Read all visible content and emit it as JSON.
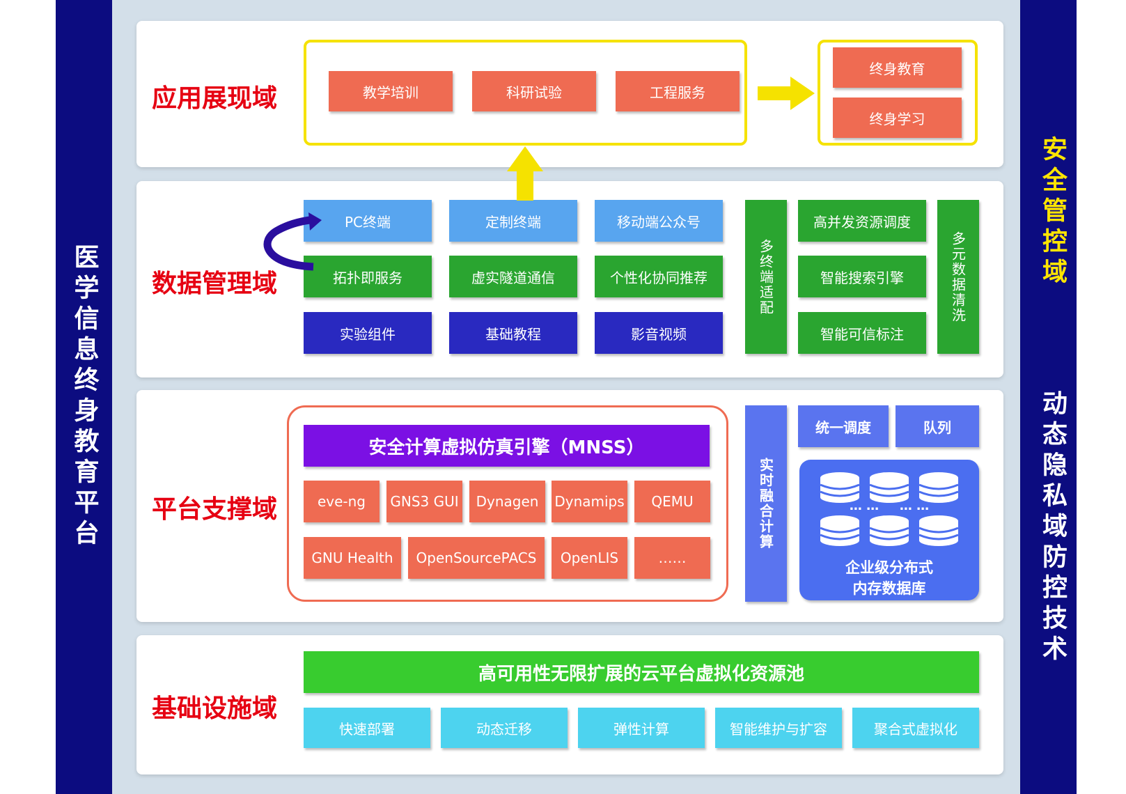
{
  "left_bar": {
    "title": "医学信息终身教育平台"
  },
  "right_bar": {
    "top_title": "安全管控域",
    "bottom_title": "动态隐私域防控技术"
  },
  "layer_app": {
    "title": "应用展现域",
    "items": [
      "教学培训",
      "科研试验",
      "工程服务"
    ],
    "outcomes": [
      "终身教育",
      "终身学习"
    ]
  },
  "layer_data": {
    "title": "数据管理域",
    "row1": [
      "PC终端",
      "定制终端",
      "移动端公众号"
    ],
    "row2": [
      "拓扑即服务",
      "虚实隧道通信",
      "个性化协同推荐"
    ],
    "row3": [
      "实验组件",
      "基础教程",
      "影音视频"
    ],
    "vertical_left": "多终端适配",
    "stack": [
      "高并发资源调度",
      "智能搜索引擎",
      "智能可信标注"
    ],
    "vertical_right": "多元数据清洗"
  },
  "layer_platform": {
    "title": "平台支撑域",
    "engine": "安全计算虚拟仿真引擎（MNSS）",
    "tools_row1": [
      "eve-ng",
      "GNS3 GUI",
      "Dynagen",
      "Dynamips",
      "QEMU"
    ],
    "tools_row2": [
      "GNU Health",
      "OpenSourcePACS",
      "OpenLIS",
      "……"
    ],
    "vertical": "实时融合计算",
    "schedule": "统一调度",
    "queue": "队列",
    "db_dots": "… …",
    "db_label": "企业级分布式\n内存数据库"
  },
  "layer_infra": {
    "title": "基础设施域",
    "pool": "高可用性无限扩展的云平台虚拟化资源池",
    "features": [
      "快速部署",
      "动态迁移",
      "弹性计算",
      "智能维护与扩容",
      "聚合式虚拟化"
    ]
  },
  "colors": {
    "sidebar": "#0c0c80",
    "domain_title": "#e60012",
    "arrow_yellow": "#f5e200",
    "arrow_purple": "#2a0e9e",
    "orange": "#ef6b52",
    "light_blue": "#58a5ef",
    "green": "#2aa530",
    "dark_blue": "#2929c0",
    "purple": "#7b10e4",
    "cyan": "#4dd3ef"
  }
}
